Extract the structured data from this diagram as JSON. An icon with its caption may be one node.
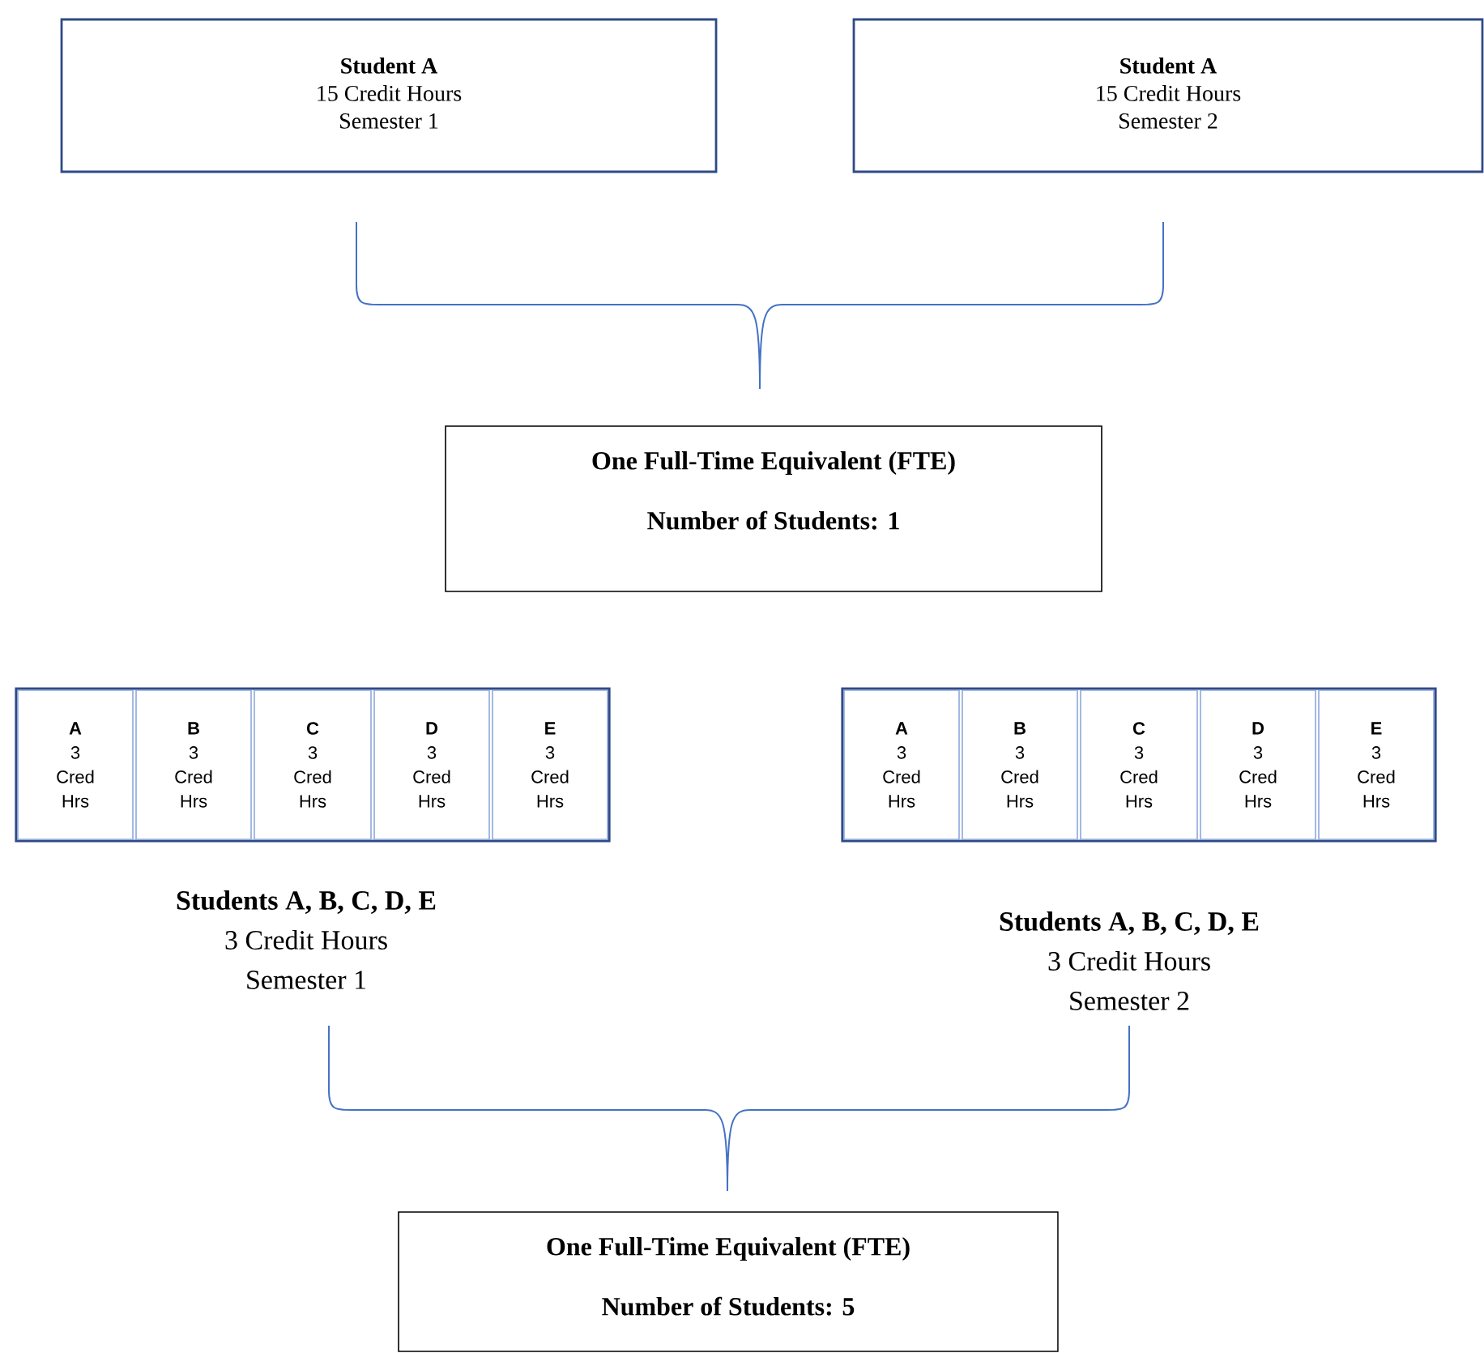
{
  "diagram": {
    "nodes": [
      {
        "text": [
          "Student A",
          "15 Credit Hours",
          "Semester 1"
        ]
      },
      {
        "text": [
          "Student A",
          "15 Credit Hours",
          "Semester 2"
        ]
      },
      {
        "text": [
          "One Full-Time Equivalent (FTE)",
          "Number of Students: 1"
        ]
      },
      {
        "text": [],
        "shape": "box",
        "beside": [
          "Students A, B, C, D, E",
          "3 Credit Hours",
          "Semester 1"
        ]
      },
      {
        "text": [
          "A",
          "3 Cred Hrs"
        ],
        "in": 3
      },
      {
        "text": [
          "B",
          "3 Cred Hrs"
        ],
        "in": 3
      },
      {
        "text": [
          "C",
          "3 Cred Hrs"
        ],
        "in": 3
      },
      {
        "text": [
          "D",
          "3 Cred Hrs"
        ],
        "in": 3
      },
      {
        "text": [
          "E",
          "3 Cred Hrs"
        ],
        "in": 3
      },
      {
        "text": [],
        "shape": "box",
        "beside": [
          "Students A, B, C, D, E",
          "3 Credit Hours",
          "Semester 2"
        ]
      },
      {
        "text": [
          "A",
          "3 Cred Hrs"
        ],
        "in": 9
      },
      {
        "text": [
          "B",
          "3 Cred Hrs"
        ],
        "in": 9
      },
      {
        "text": [
          "C",
          "3 Cred Hrs"
        ],
        "in": 9
      },
      {
        "text": [
          "D",
          "3 Cred Hrs"
        ],
        "in": 9
      },
      {
        "text": [
          "E",
          "3 Cred Hrs"
        ],
        "in": 9
      },
      {
        "text": [
          "One Full-Time Equivalent (FTE)",
          "Number of Students: 5"
        ]
      }
    ]
  }
}
